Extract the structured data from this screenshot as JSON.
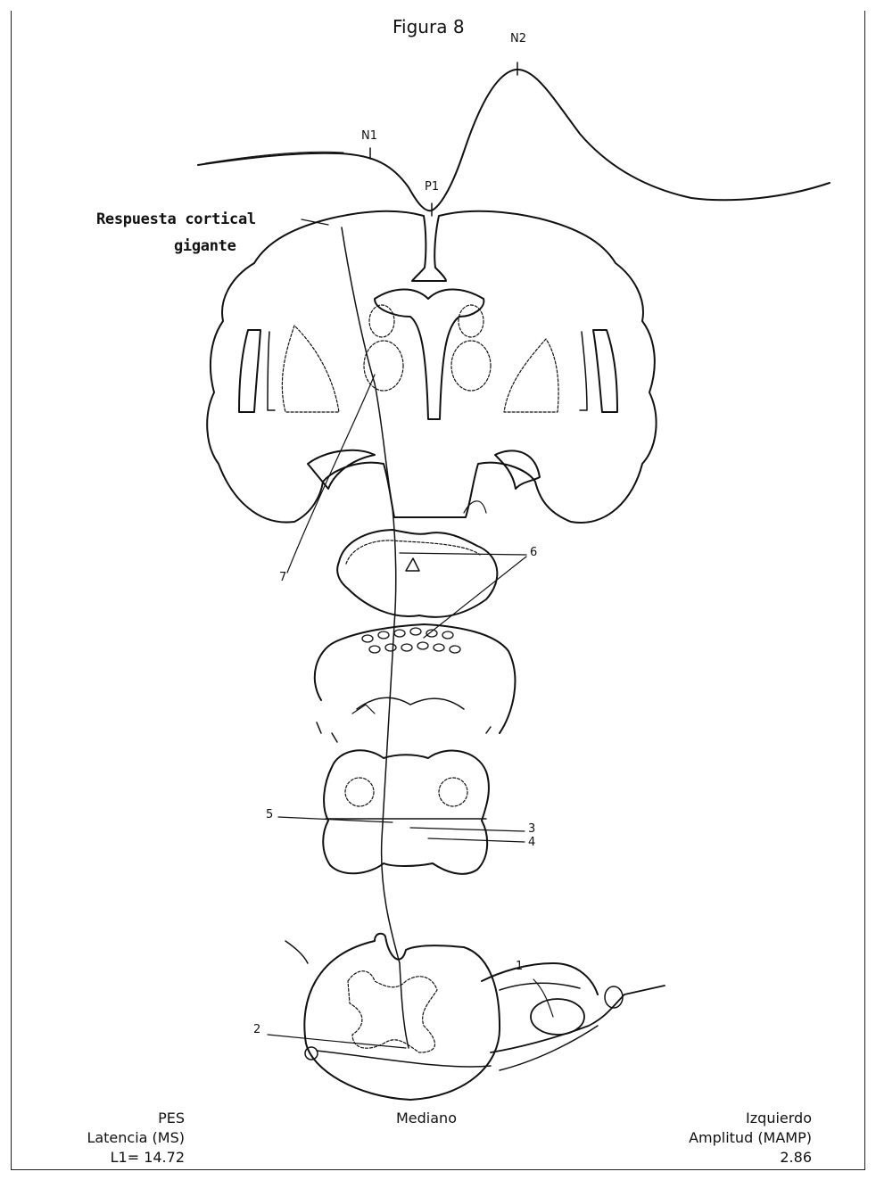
{
  "figure": {
    "title": "Figura 8"
  },
  "waveform": {
    "peaks": [
      "N1",
      "N2",
      "P1"
    ]
  },
  "annotations": {
    "cortical_response_line1": "Respuesta cortical",
    "cortical_response_line2": "gigante",
    "markers": [
      "1",
      "2",
      "3",
      "4",
      "5",
      "6",
      "7"
    ]
  },
  "footer": {
    "left": [
      "PES",
      "Latencia (MS)",
      "L1= 14.72"
    ],
    "center": "Mediano",
    "right": [
      "Izquierdo",
      "Amplitud (MAMP)",
      "2.86"
    ]
  }
}
